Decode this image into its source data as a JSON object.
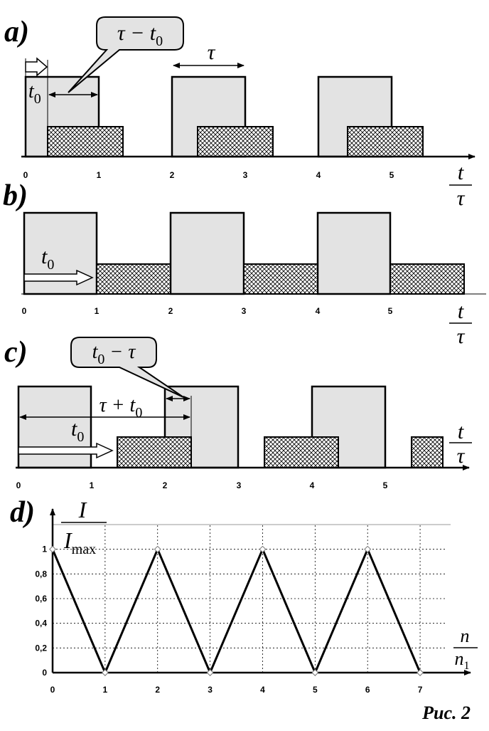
{
  "figure": {
    "caption": "Рис. 2",
    "time_axis_var": "t",
    "time_axis_unit": "τ",
    "t0": "t",
    "t0_sub": "0",
    "tau": "τ"
  },
  "panel_a": {
    "label": "a)",
    "callout_a": "τ − t",
    "callout_a_sub": "0",
    "ticks": [
      "0",
      "1",
      "2",
      "3",
      "4",
      "5"
    ]
  },
  "panel_b": {
    "label": "b)",
    "ticks": [
      "0",
      "1",
      "2",
      "3",
      "4",
      "5"
    ]
  },
  "panel_c": {
    "label": "c)",
    "callout_c": "t",
    "callout_c_sub": "0",
    "callout_c_rest": " − τ",
    "span_c": "τ + t",
    "span_c_sub": "0",
    "ticks": [
      "0",
      "1",
      "2",
      "3",
      "4",
      "5"
    ]
  },
  "panel_d": {
    "label": "d)",
    "ylabel_num": "I",
    "ylabel_den": "I",
    "ylabel_den_sub": "max",
    "xlabel_num": "n",
    "xlabel_den": "n",
    "xlabel_den_sub": "1"
  },
  "chart_data": {
    "type": "line",
    "x": [
      0,
      1,
      2,
      3,
      4,
      5,
      6,
      7
    ],
    "series": [
      {
        "values": [
          1,
          0,
          1,
          0,
          1,
          0,
          1,
          0
        ]
      }
    ],
    "x_ticks": [
      "0",
      "1",
      "2",
      "3",
      "4",
      "5",
      "6",
      "7"
    ],
    "y_ticks": [
      "0",
      "0,2",
      "0,4",
      "0,6",
      "0,8",
      "1"
    ],
    "xlim": [
      0,
      7.5
    ],
    "ylim": [
      0,
      1.2
    ],
    "grid": true
  }
}
